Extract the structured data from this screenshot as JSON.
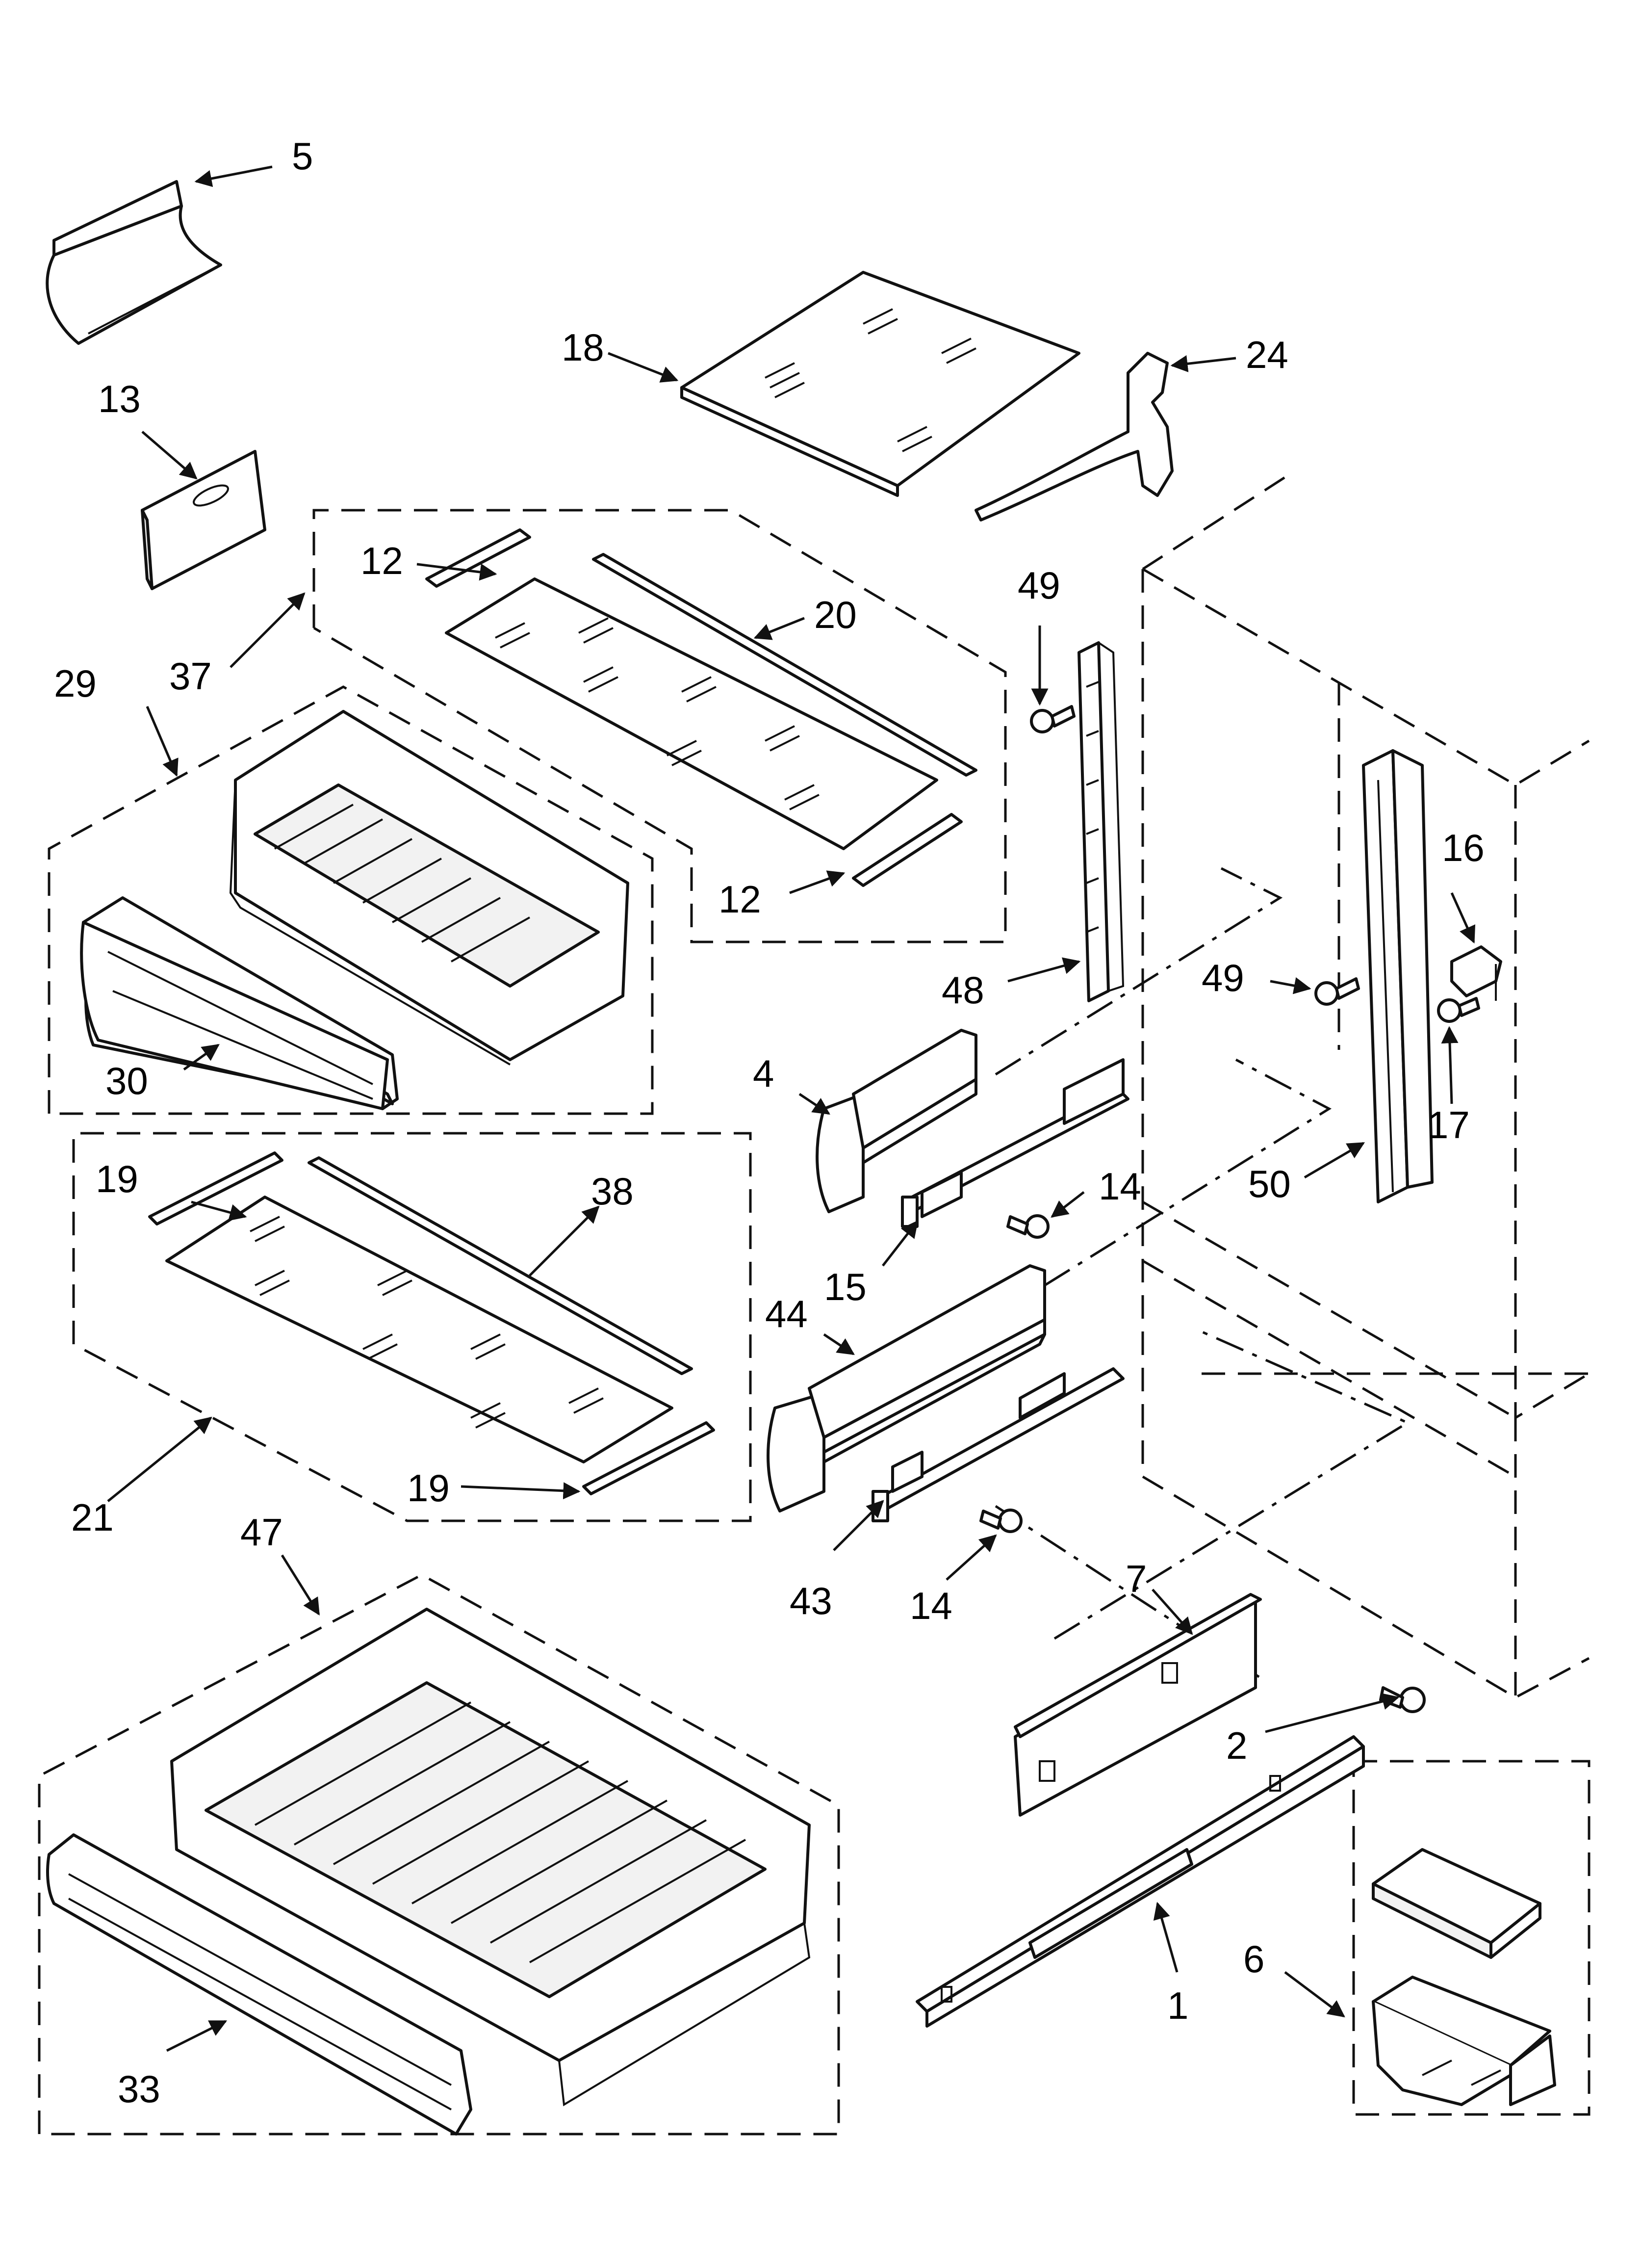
{
  "diagram": {
    "callouts": [
      "1",
      "2",
      "4",
      "5",
      "6",
      "7",
      "12",
      "12",
      "13",
      "14",
      "14",
      "15",
      "16",
      "17",
      "18",
      "19",
      "19",
      "20",
      "21",
      "24",
      "29",
      "30",
      "33",
      "37",
      "38",
      "43",
      "44",
      "47",
      "48",
      "49",
      "49",
      "50"
    ]
  }
}
